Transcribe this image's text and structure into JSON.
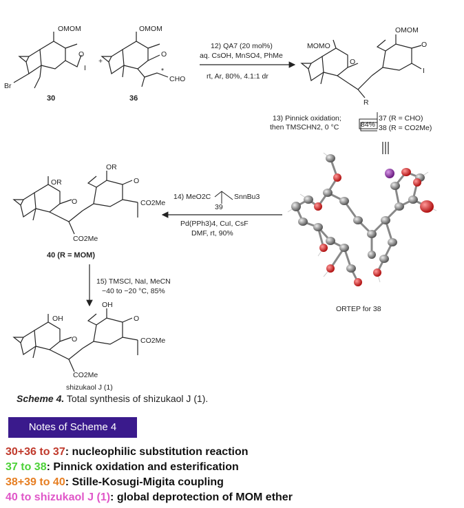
{
  "reaction12": {
    "reagent_top": "12) QA7 (20 mol%)",
    "reagent_mid": "aq. CsOH, MnSO4, PhMe",
    "conditions": "rt, Ar, 80%, 4.1:1 dr"
  },
  "reaction13": {
    "line1": "13) Pinnick oxidation;",
    "line2": "then TMSCHN2, 0 °C",
    "yield": "84%",
    "p37": "37 (R = CHO)",
    "p38": "38 (R = CO2Me)"
  },
  "reaction14": {
    "reagent": "14) MeO2C",
    "tin": "SnnBu3",
    "reagent_id": "39",
    "cat": "Pd(PPh3)4, CuI, CsF",
    "cond": "DMF, rt, 90%"
  },
  "reaction15": {
    "line1": "15) TMSCl, NaI, MeCN",
    "line2": "−40 to −20 °C, 85%"
  },
  "compounds": {
    "c30": "30",
    "c36": "36",
    "c40": "40 (R = MOM)",
    "final": "shizukaol J (1)",
    "ortep": "ORTEP  for 38"
  },
  "atom_labels": {
    "omom": "OMOM",
    "momo": "MOMO",
    "o": "O",
    "i": "I",
    "br": "Br",
    "cho": "CHO",
    "r": "R",
    "or": "OR",
    "oh": "OH",
    "co2me": "CO2Me",
    "plus": "+",
    "star": "*"
  },
  "caption": {
    "bold": "Scheme 4.",
    "rest": " Total synthesis of shizukaol J (1)."
  },
  "notes": {
    "title": "Notes of Scheme 4",
    "items": [
      {
        "prefix": "30+36 to 37",
        "text": ": nucleophilic substitution reaction",
        "color": "#c0392b"
      },
      {
        "prefix": "37 to 38",
        "text": ": Pinnick oxidation and esterification",
        "color": "#4cd137"
      },
      {
        "prefix": "38+39 to 40",
        "text": ": Stille-Kosugi-Migita coupling",
        "color": "#e67e22"
      },
      {
        "prefix": "40 to shizukaol J (1)",
        "text": ": global deprotection of MOM ether",
        "color": "#e056c8"
      }
    ]
  },
  "colors": {
    "notes_bg": "#3a1a8c",
    "ortep_o": "#d02020",
    "ortep_i": "#8a2ea0",
    "ortep_c": "#777777"
  }
}
